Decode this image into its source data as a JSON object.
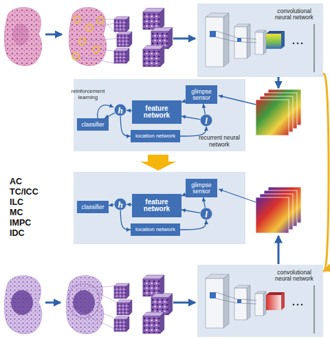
{
  "diagram": {
    "nodes": [
      {
        "text": [
          "convolutional neural network"
        ]
      },
      {
        "text": [
          "recurrent neural network"
        ]
      },
      {
        "text": [
          "classifier"
        ],
        "in": 1
      },
      {
        "text": [
          "h"
        ],
        "in": 1
      },
      {
        "text": [
          "feature network"
        ],
        "in": 1
      },
      {
        "text": [
          "glimpse sensor"
        ],
        "in": 1
      },
      {
        "text": [
          "l"
        ],
        "in": 1
      },
      {
        "text": [
          "location network"
        ],
        "in": 1
      },
      {
        "text": [
          "classifier"
        ]
      },
      {
        "text": [
          "h"
        ]
      },
      {
        "text": [
          "feature network"
        ]
      },
      {
        "text": [
          "glimpse sensor"
        ]
      },
      {
        "text": [
          "l"
        ]
      },
      {
        "text": [
          "location network"
        ]
      },
      {
        "text": [
          "convolutional neural network"
        ]
      }
    ],
    "edges": [
      {
        "from": 3,
        "to": 2,
        "arrow": "to"
      },
      {
        "from": 4,
        "to": 3,
        "arrow": "to"
      },
      {
        "from": 5,
        "to": 4,
        "arrow": "to"
      },
      {
        "from": 6,
        "to": 5,
        "arrow": "to"
      },
      {
        "from": 6,
        "to": 4,
        "arrow": "to"
      },
      {
        "from": 3,
        "to": 7,
        "arrow": "to"
      },
      {
        "from": 7,
        "to": 6,
        "arrow": "to"
      },
      {
        "from": 9,
        "to": 8,
        "arrow": "to"
      },
      {
        "from": 10,
        "to": 9,
        "arrow": "to"
      },
      {
        "from": 11,
        "to": 10,
        "arrow": "to"
      },
      {
        "from": 12,
        "to": 11,
        "arrow": "to"
      },
      {
        "from": 12,
        "to": 10,
        "arrow": "to"
      },
      {
        "from": 9,
        "to": 13,
        "arrow": "to"
      },
      {
        "from": 13,
        "to": 12,
        "arrow": "to"
      },
      {
        "from": 0,
        "to": 14,
        "arrow": "to"
      }
    ],
    "labels": [
      "reinforcement learning",
      "AC",
      "TC/ICC",
      "ILC",
      "MC",
      "IMPC",
      "IDC"
    ]
  }
}
